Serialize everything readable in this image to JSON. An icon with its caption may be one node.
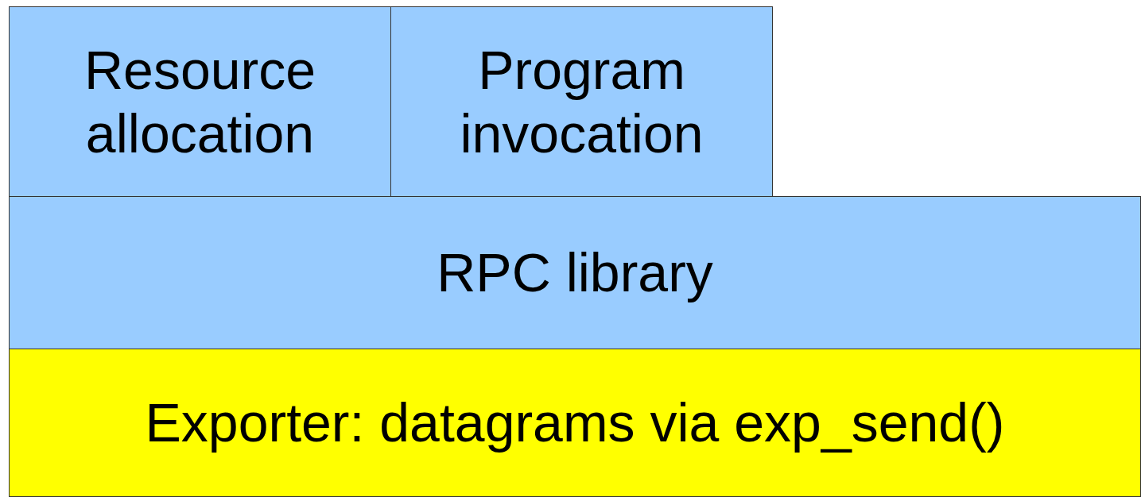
{
  "diagram": {
    "nodes": [
      {
        "text": [
          "Resource allocation"
        ]
      },
      {
        "text": [
          "Program invocation"
        ]
      },
      {
        "text": [
          "RPC library"
        ]
      },
      {
        "text": [
          "Exporter: datagrams via exp_send()"
        ]
      }
    ]
  }
}
